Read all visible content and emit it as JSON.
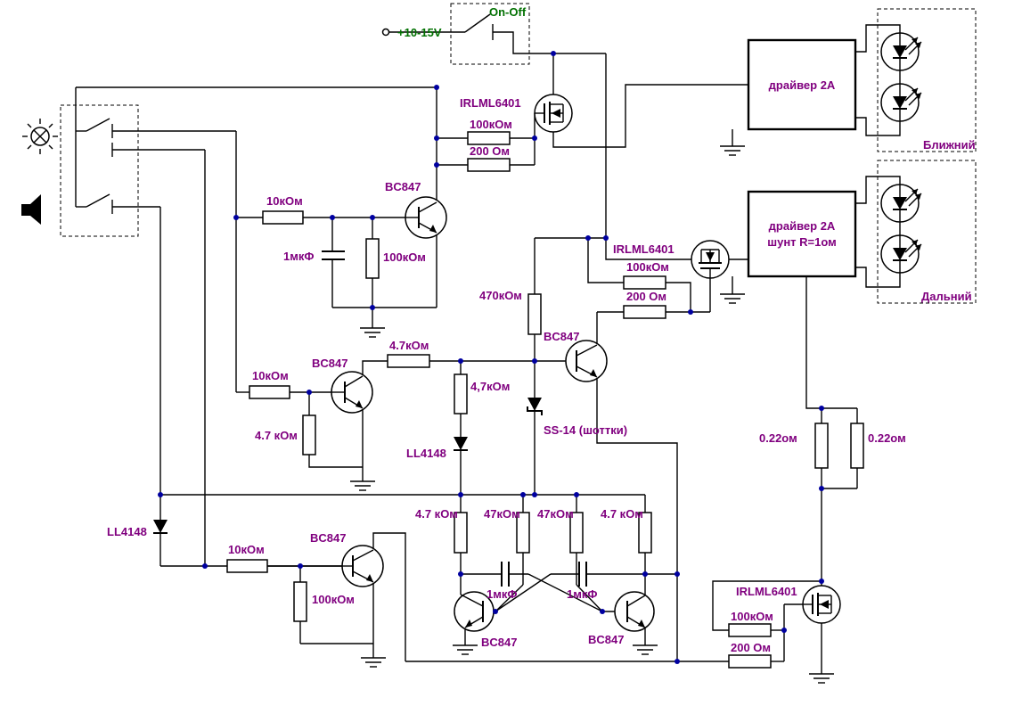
{
  "colors": {
    "wire": "#000000",
    "component_label": "#80007f",
    "power_label": "#007000",
    "junction_dot": "#0000a0",
    "background": "#ffffff"
  },
  "power": {
    "label": "+10-15V"
  },
  "switch": {
    "label": "On-Off"
  },
  "drivers": {
    "low": {
      "line1": "драйвер 2А"
    },
    "high": {
      "line1": "драйвер 2А",
      "line2": "шунт R=1ом"
    }
  },
  "beams": {
    "low": "Ближний",
    "high": "Дальний"
  },
  "mosfets": {
    "m1": "IRLML6401",
    "m2": "IRLML6401",
    "m3": "IRLML6401"
  },
  "transistors": {
    "q1": "BC847",
    "q2": "BC847",
    "q3": "BC847",
    "q4": "BC847",
    "q5": "BC847",
    "q6": "BC847"
  },
  "resistors": {
    "r1": "100кОм",
    "r2": "200 Ом",
    "r3": "10кОм",
    "r4": "100кОм",
    "r5": "100кОм",
    "r6": "200 Ом",
    "r7": "470кОм",
    "r8": "10кОм",
    "r9": "4.7кОм",
    "r10": "4,7кОм",
    "r11": "4.7 кОм",
    "r12": "10кОм",
    "r13": "100кОм",
    "r14": "4.7 кОм",
    "r15": "47кОм",
    "r16": "47кОм",
    "r17": "4.7 кОм",
    "r18": "100кОм",
    "r19": "200 Ом",
    "r20": "0.22ом",
    "r21": "0.22ом"
  },
  "capacitors": {
    "c1": "1мкФ",
    "c2": "1мкФ",
    "c3": "1мкФ"
  },
  "diodes": {
    "d1": "LL4148",
    "d2": "LL4148",
    "d3": "SS-14 (шоттки)"
  }
}
